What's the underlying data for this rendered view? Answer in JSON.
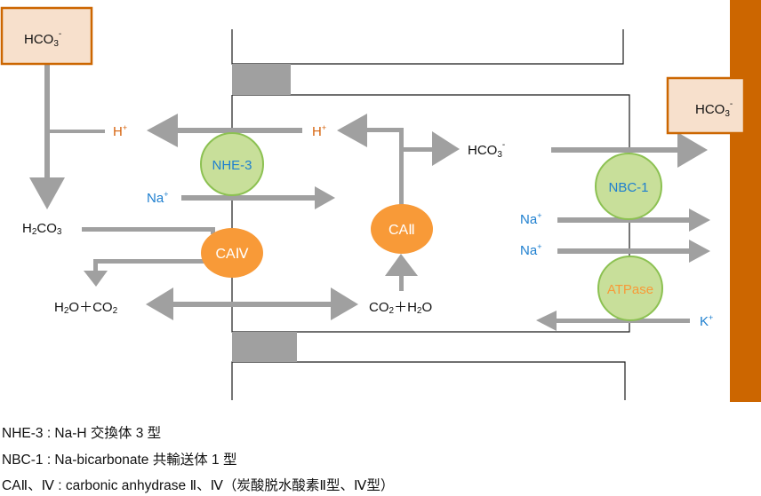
{
  "colors": {
    "arrow": "#a0a0a0",
    "membrane_line": "#1a1a1a",
    "tight_junction": "#a0a0a0",
    "blood_vessel": "#cc6600",
    "box_fill": "#f7e0cc",
    "box_border": "#cc6600",
    "transporter_fill": "#c8df9a",
    "transporter_border": "#8cc152",
    "enzyme_fill": "#f89a38",
    "text_blue": "#1e7fcf",
    "text_orange": "#d6640f",
    "text_black": "#111111",
    "text_white": "#ffffff"
  },
  "lumen_box": {
    "label": "HCO",
    "sub": "3",
    "sup": "-"
  },
  "blood_box": {
    "label": "HCO",
    "sub": "3",
    "sup": "-"
  },
  "labels": {
    "h_plus_lumen": {
      "base": "H",
      "sup": "+"
    },
    "h_plus_cell": {
      "base": "H",
      "sup": "+"
    },
    "na_plus_nhe": {
      "base": "Na",
      "sup": "+"
    },
    "h2co3": {
      "a": "H",
      "sub1": "2",
      "b": "CO",
      "sub2": "3"
    },
    "h2o_co2_lumen": {
      "a": "H",
      "sub1": "2",
      "b": "O＋CO",
      "sub2": "2"
    },
    "co2_h2o_cell": {
      "a": "CO",
      "sub1": "2",
      "b": "＋H",
      "sub2": "2",
      "c": "O"
    },
    "hco3_cell": {
      "base": "HCO",
      "sub": "3",
      "sup": "-"
    },
    "na_plus_nbc_1": {
      "base": "Na",
      "sup": "+"
    },
    "na_plus_nbc_2": {
      "base": "Na",
      "sup": "+"
    },
    "k_plus": {
      "base": "K",
      "sup": "+"
    }
  },
  "transporters": {
    "nhe3": "NHE-3",
    "nbc1": "NBC-1",
    "atpase": "ATPase"
  },
  "enzymes": {
    "ca4": "CAⅣ",
    "ca2": "CAⅡ"
  },
  "legend": [
    "NHE-3 : Na-H 交換体 3 型",
    "NBC-1 : Na-bicarbonate 共輸送体 1 型",
    "CAⅡ、Ⅳ : carbonic anhydrase Ⅱ、Ⅳ（炭酸脱水酸素Ⅱ型、Ⅳ型）"
  ]
}
